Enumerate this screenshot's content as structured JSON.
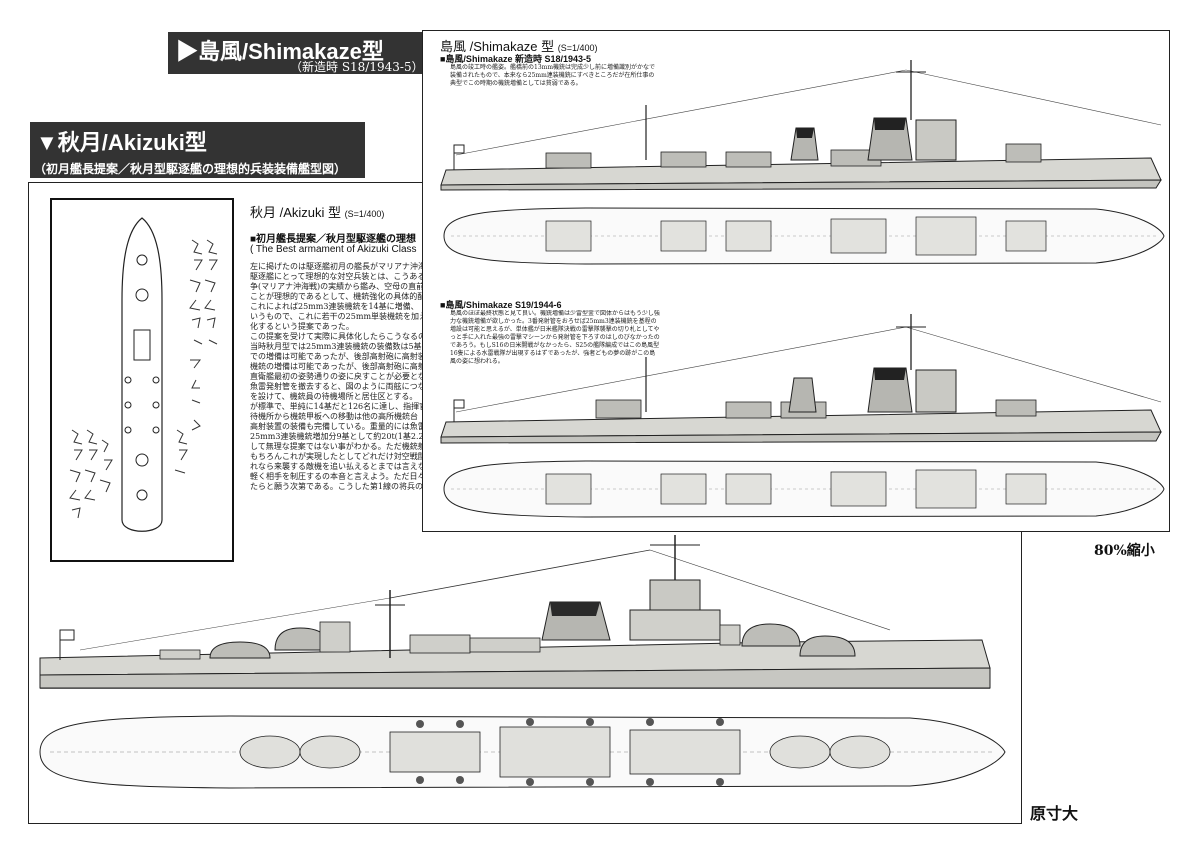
{
  "shimakaze": {
    "banner_title": "▶島風/Shimakaze型",
    "banner_sub": "（新造時 S18/1943-5）",
    "plate_title": "島風 /Shimakaze 型",
    "plate_scale": "(S=1/400)",
    "section1_heading": "■島風/Shimakaze 新造時 S18/1943-5",
    "section1_text": "島風の竣工時の艦姿。艦橋前の13mm機銃は完成少し前に増備識別がかなで装備されたもので、本来なら25mm連装機銃にすべきところだが在所仕事の典型でこの時期の機銃増備としては貧弱である。",
    "section2_heading": "■島風/Shimakaze S19/1944-6",
    "section2_text": "島風のほぼ最終状態と見て良い。機銃増備は少雷型釜で図体からはもう少し強力な機銃増備が欲しかった。3番発射管をおろせば25mm3連装機銃を基程の増設は可能と思えるが、単体艦が日米艦隊決戦の雷撃隊襲撃の切り札としてやっと手に入れた最強の雷撃マシーンから発射管を下ろすのはしのびなかったのであろう。もしS16の日米開戦がなかったら、S25の艦隊編成ではこの島風型16隻による水雷戦隊が出現するはずであったが、強者どもの夢の跡がこの島風の姿に想われる。",
    "reduction": "80%縮小"
  },
  "akizuki": {
    "banner_title": "▼秋月/Akizuki型",
    "banner_sub": "（初月艦長提案／秋月型駆逐艦の理想的兵装装備艦型図）",
    "plate_title": "秋月 /Akizuki 型",
    "plate_scale": "(S=1/400)",
    "section_heading": "■初月艦長提案／秋月型駆逐艦の理想",
    "section_heading_en": "( The Best armament of Akizuki Class",
    "body_text": [
      "左に掲げたのは駆逐艦初月の艦長がマリアナ沖海",
      "駆逐艦にとって理想的な対空兵装とは、こうあるべ",
      "争(マリアナ沖海戦)の実績から鑑み、空母の直前",
      "ことが理想的であるとして、機銃強化の具体的配置",
      "これによれば25mm3連装機銃を14基に増備、",
      "いうもので、これに若干の25mm単装機銃を加え、",
      "化するという提案であった。",
      "この提案を受けて実際に具体化したらこうなるの",
      "当時秋月型では25mm3連装機銃の装備数は5基",
      "での増備は可能であったが、後部高射砲に高射装置",
      "機銃の増備は可能であったが、後部高射砲に高射装",
      "直衛艦最初の姿勢通りの姿に戻すことが必要となる。",
      "魚雷発射管を撤去すると、図のように両舷につな",
      "を設けて、機銃員の待機場所と居住区とする。",
      "が標準で、単純に14基だと126名に達し、指揮官",
      "待機所から機銃甲板への移動は他の高所機銃台",
      "高射装置の装備も完備している。重量的には魚雷発射",
      "25mm3連装機銃増加分9基として約20t(1基2.2t)",
      "して無理な提案ではない事がわかる。ただ機銃射撃",
      "もちろんこれが実現したとしてどれだけ対空戦闘",
      "れなら来襲する敵機を追い払えるとまでは言えない",
      "軽く相手を制圧するの本音と言えよう。ただ日々戦",
      "たらと願う次第である。こうした第1線の将兵の願い"
    ],
    "handwritten_note": "(handwritten sketch of proposal)",
    "original_size": "原寸大"
  }
}
